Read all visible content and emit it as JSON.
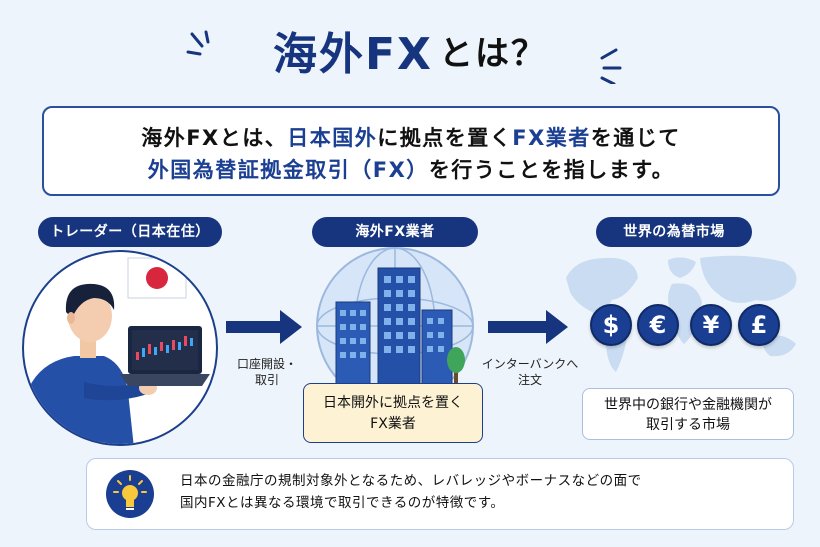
{
  "title": {
    "main": "海外FX",
    "sub": "とは？"
  },
  "definition": {
    "line1_a": "海外FXとは、",
    "line1_b": "日本国外",
    "line1_c": "に拠点を置く",
    "line1_d": "FX業者",
    "line1_e": "を通じて",
    "line2_a": "外国為替証拠金取引（FX）",
    "line2_b": "を行うことを指します。"
  },
  "trader": {
    "label": "トレーダー（日本在住）"
  },
  "arrow1": {
    "line1": "口座開設・",
    "line2": "取引"
  },
  "broker": {
    "label": "海外FX業者",
    "caption_line1": "日本開外に拠点を置く",
    "caption_line2": "FX業者"
  },
  "arrow2": {
    "line1": "インターバンクへ",
    "line2": "注文"
  },
  "market": {
    "label": "世界の為替市場",
    "currencies": [
      "$",
      "€",
      "¥",
      "£"
    ],
    "caption_line1": "世界中の銀行や金融機関が",
    "caption_line2": "取引する市場"
  },
  "note": {
    "line1": "日本の金融庁の規制対象外となるため、レバレッジやボーナスなどの面で",
    "line2": "国内FXとは異なる環境で取引できるのが特徴です。"
  },
  "colors": {
    "navy": "#16357e",
    "accent": "#1b3f93",
    "flag_red": "#d7263d",
    "caption_yellow": "#fdf3d4"
  }
}
